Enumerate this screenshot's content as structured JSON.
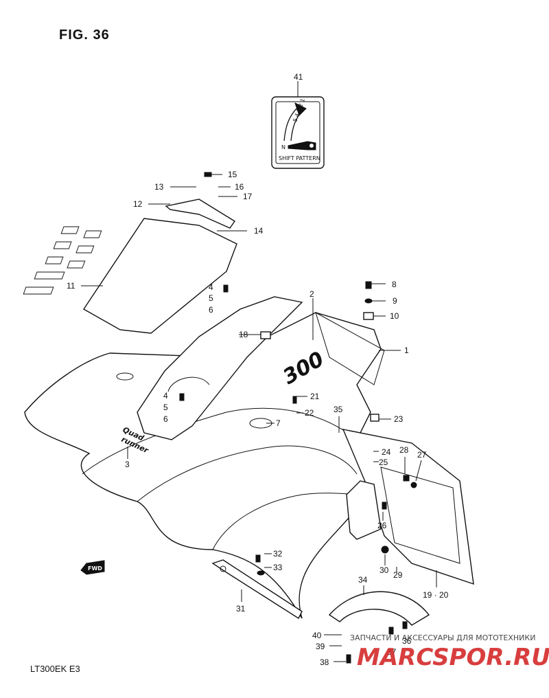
{
  "figure": {
    "title": "FIG. 36",
    "model_code": "LT300EK  E3"
  },
  "decal": {
    "caption": "SHIFT PATTERN",
    "neutral_mark": "N",
    "gear_marks": "5 4 3 2 1"
  },
  "fender_text": {
    "badge": "300",
    "logo_line1": "Quad",
    "logo_line2": "runner"
  },
  "fwd_label": "FWD",
  "callouts": [
    "41",
    "15",
    "13",
    "16",
    "17",
    "12",
    "14",
    "11",
    "4",
    "5",
    "6",
    "18",
    "2",
    "8",
    "9",
    "10",
    "1",
    "4",
    "5",
    "6",
    "21",
    "22",
    "7",
    "3",
    "35",
    "23",
    "24",
    "25",
    "28",
    "27",
    "26",
    "32",
    "33",
    "30",
    "29",
    "19 · 20",
    "34",
    "31",
    "40",
    "39",
    "37",
    "36",
    "38"
  ],
  "watermark": {
    "text": "ЗАПЧАСТИ И АКСЕССУАРЫ ДЛЯ МОТОТЕХНИКИ",
    "logo": "MARCSPOR.RU"
  }
}
